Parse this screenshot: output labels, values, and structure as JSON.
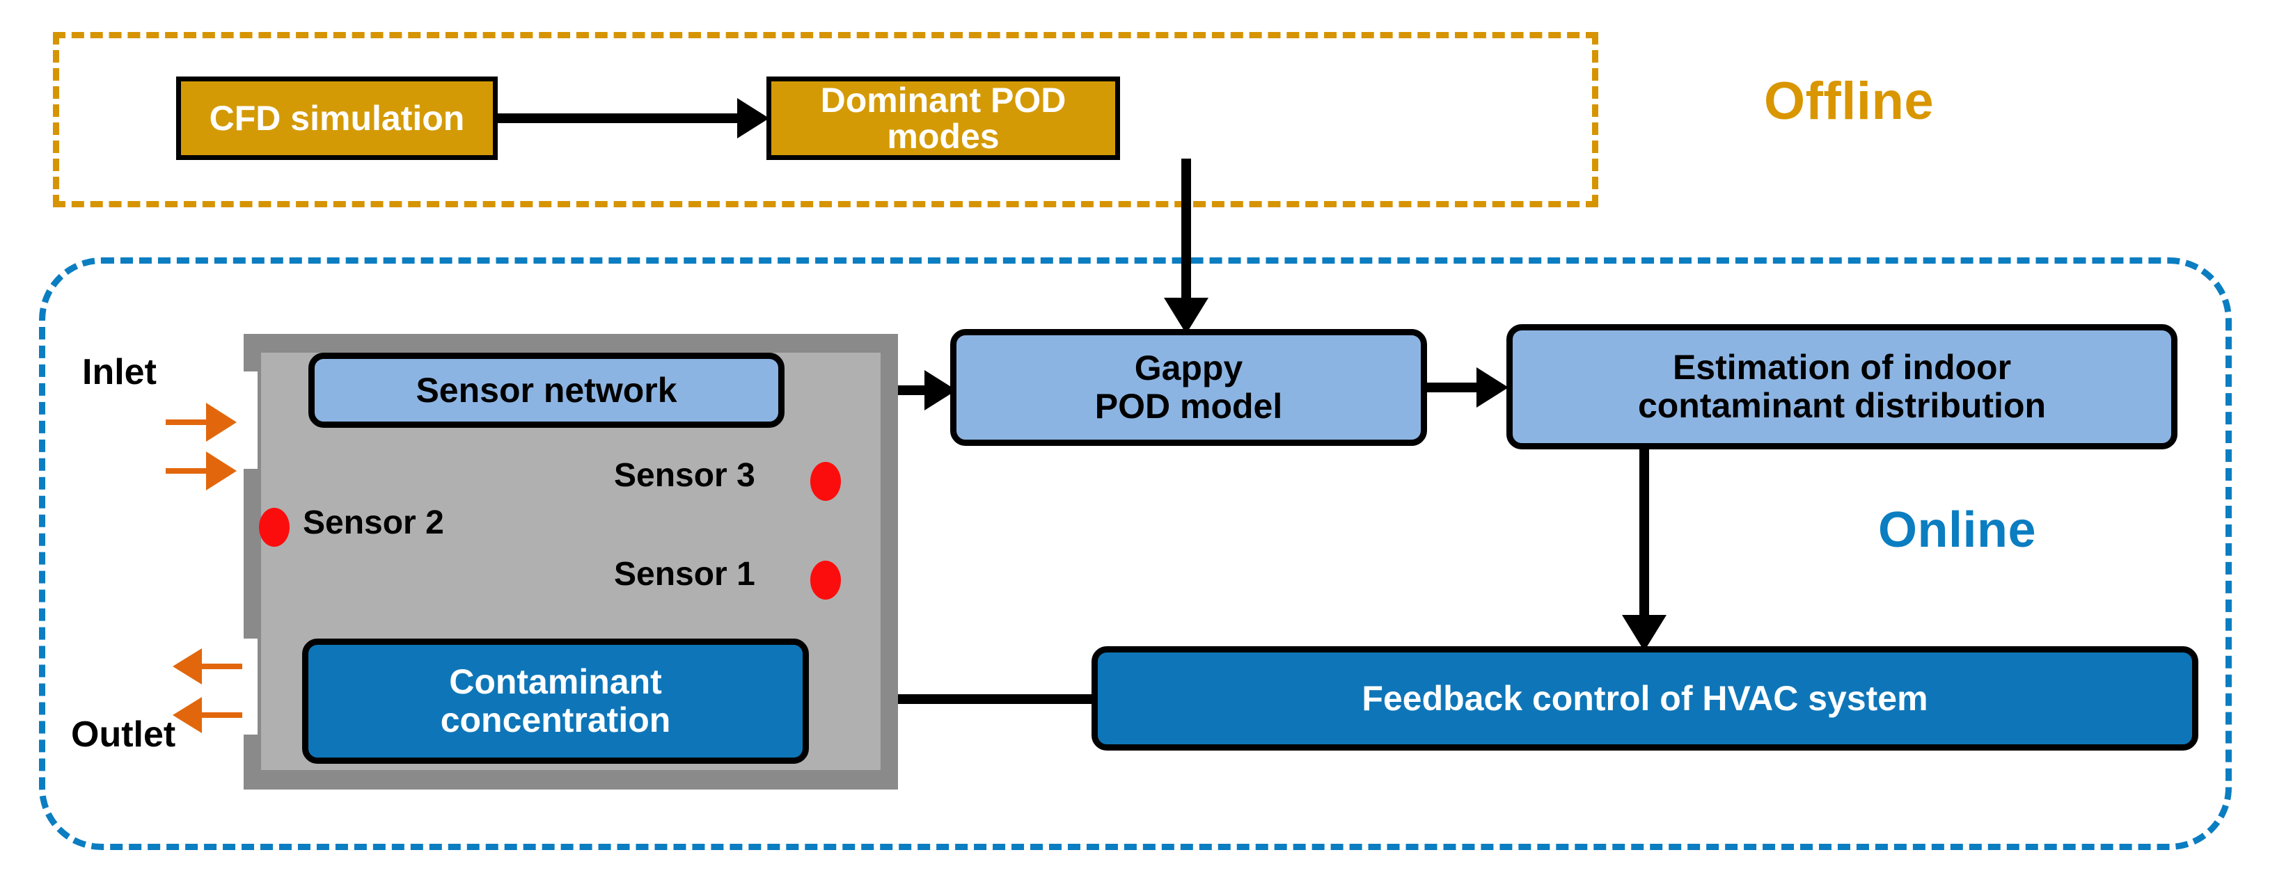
{
  "zones": {
    "offline": {
      "label": "Offline",
      "color": "#D99600"
    },
    "online": {
      "label": "Online",
      "color": "#0B7DC1"
    }
  },
  "offline_nodes": [
    {
      "id": "cfd",
      "label": "CFD simulation",
      "fill": "#D49A06",
      "text": "#FFFFFF"
    },
    {
      "id": "pod",
      "label": "Dominant POD modes",
      "fill": "#D49A06",
      "text": "#FFFFFF"
    }
  ],
  "online_nodes": [
    {
      "id": "sensor_network",
      "label": "Sensor network",
      "fill": "#8CB4E2",
      "text": "#000000"
    },
    {
      "id": "gappy",
      "line1": "Gappy",
      "line2": "POD model",
      "fill": "#8CB4E2",
      "text": "#000000"
    },
    {
      "id": "estimation",
      "line1": "Estimation of indoor",
      "line2": "contaminant distribution",
      "fill": "#8CB4E2",
      "text": "#000000"
    },
    {
      "id": "feedback",
      "label": "Feedback control of HVAC system",
      "fill": "#0E76B8",
      "text": "#FFFFFF"
    },
    {
      "id": "contaminant",
      "line1": "Contaminant",
      "line2": "concentration",
      "fill": "#0E76B8",
      "text": "#FFFFFF"
    }
  ],
  "room": {
    "inlet_label": "Inlet",
    "outlet_label": "Outlet",
    "wall_color": "#8A8A8A",
    "interior_color": "#B0B0B0",
    "flow_arrow_color": "#E2670C",
    "sensor_dot_color": "#FC0D0D",
    "sensors": [
      {
        "id": "sensor2",
        "label": "Sensor 2"
      },
      {
        "id": "sensor3",
        "label": "Sensor 3"
      },
      {
        "id": "sensor1",
        "label": "Sensor 1"
      }
    ]
  },
  "connectors": [
    {
      "id": "cfd-to-pod",
      "from": "CFD simulation",
      "to": "Dominant POD modes",
      "direction": "right"
    },
    {
      "id": "pod-to-gappy",
      "from": "Dominant POD modes",
      "to": "Gappy POD model",
      "direction": "down"
    },
    {
      "id": "sensors-to-gappy",
      "from": "Sensor network",
      "to": "Gappy POD model",
      "direction": "right"
    },
    {
      "id": "gappy-to-estimation",
      "from": "Gappy POD model",
      "to": "Estimation of indoor contaminant distribution",
      "direction": "right"
    },
    {
      "id": "estimation-to-feedback",
      "from": "Estimation of indoor contaminant distribution",
      "to": "Feedback control of HVAC system",
      "direction": "down"
    },
    {
      "id": "feedback-to-contaminant",
      "from": "Feedback control of HVAC system",
      "to": "Contaminant concentration",
      "direction": "left"
    }
  ]
}
